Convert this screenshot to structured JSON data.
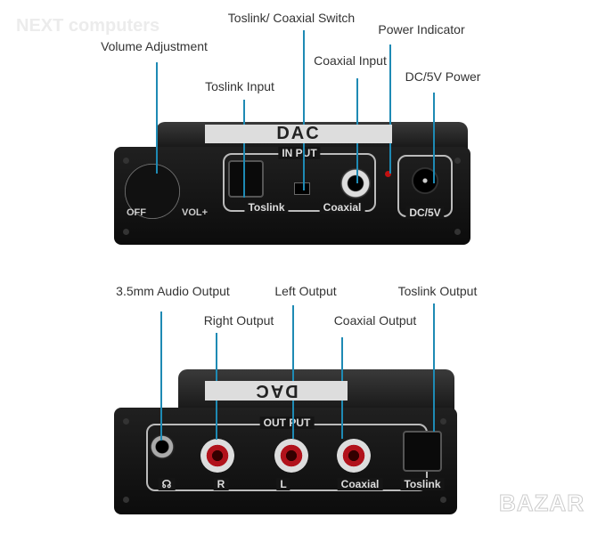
{
  "watermarks": {
    "top_left": "NEXT computers",
    "bottom_right": "BAZAR"
  },
  "top_device": {
    "badge": "DAC",
    "group_title": "IN PUT",
    "labels": {
      "knob_left": "OFF",
      "knob_right": "VOL+",
      "toslink": "Toslink",
      "coaxial": "Coaxial",
      "dc": "DC/5V"
    },
    "callouts": {
      "switch": "Toslink/ Coaxial Switch",
      "power_indicator": "Power Indicator",
      "volume": "Volume Adjustment",
      "coaxial_input": "Coaxial Input",
      "dc_power": "DC/5V Power",
      "toslink_input": "Toslink Input"
    }
  },
  "bottom_device": {
    "badge": "DAC",
    "group_title": "OUT PUT",
    "labels": {
      "headphone": "☊",
      "r": "R",
      "l": "L",
      "coaxial": "Coaxial",
      "toslink": "Toslink"
    },
    "callouts": {
      "audio_35": "3.5mm Audio Output",
      "left": "Left Output",
      "toslink": "Toslink Output",
      "right": "Right Output",
      "coaxial": "Coaxial Output"
    }
  },
  "colors": {
    "callout_line": "#1e8ab4",
    "rca_red": "#b1121b",
    "led": "#c01010"
  }
}
